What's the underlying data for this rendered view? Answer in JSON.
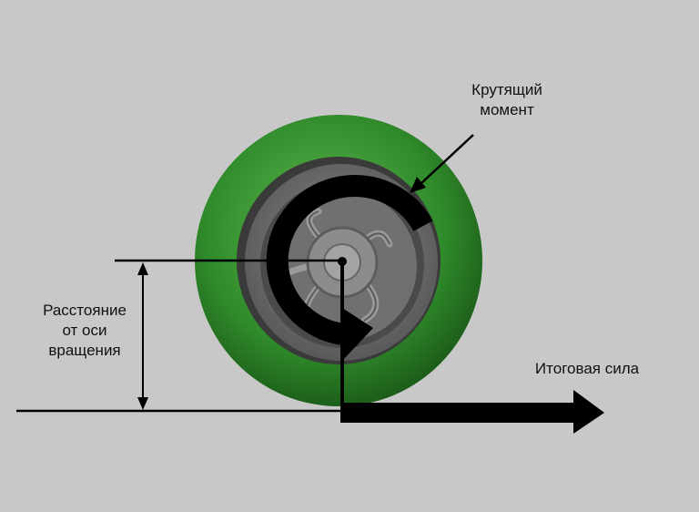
{
  "labels": {
    "torque": [
      "Крутящий",
      "момент"
    ],
    "distance": [
      "Расстояние",
      "от оси",
      "вращения"
    ],
    "force": "Итоговая сила"
  },
  "colors": {
    "background": "#c8c8c8",
    "tire": "#2f8a2a",
    "tire_dark": "#1f6a1c",
    "rim": "#6e6e6e",
    "rim_dark": "#3e3e3e",
    "arrow": "#000000"
  }
}
